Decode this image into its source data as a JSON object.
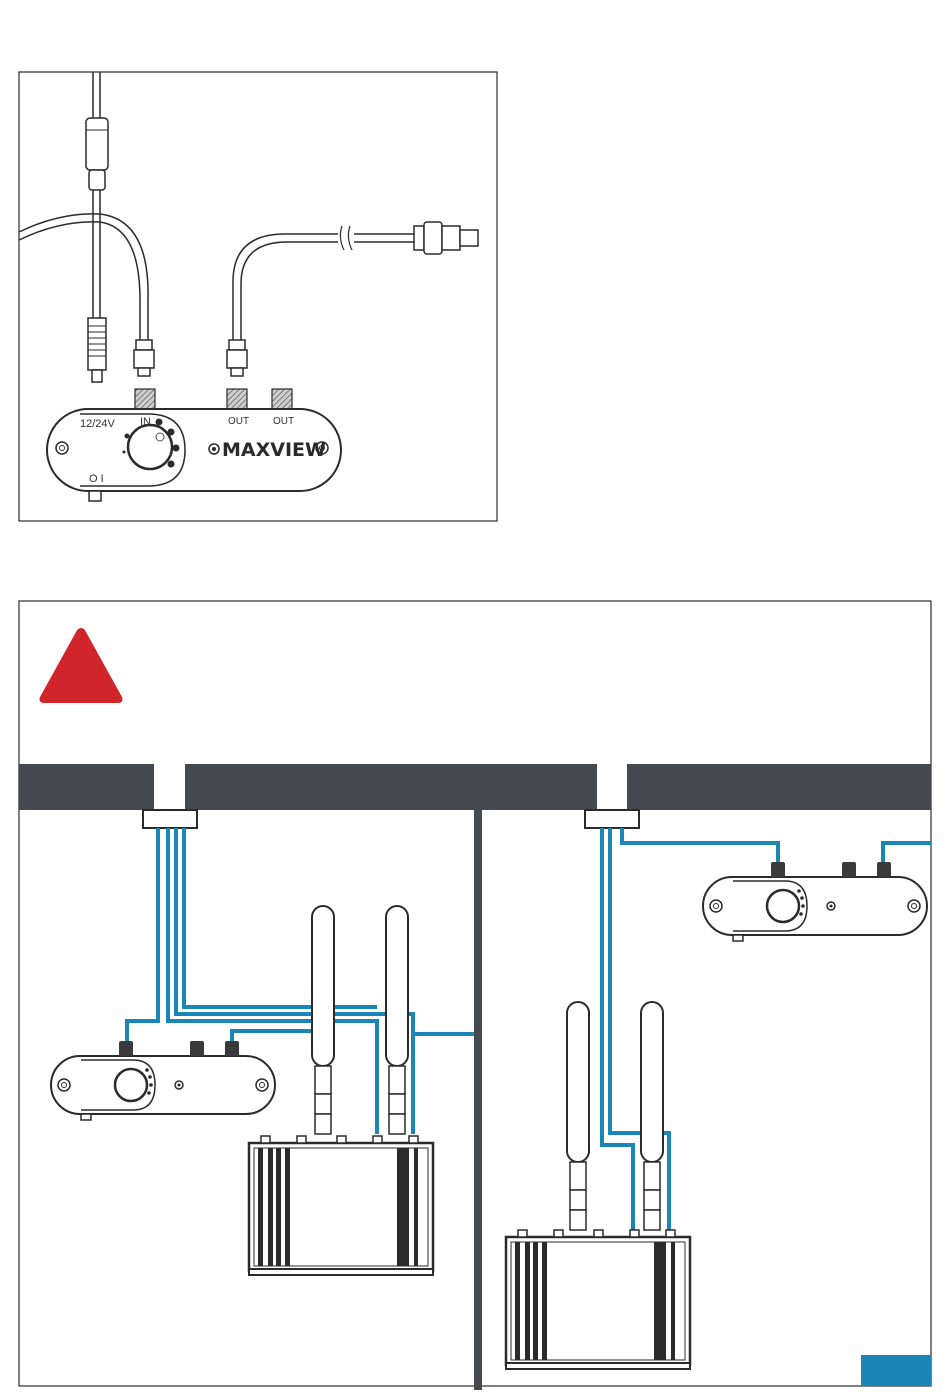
{
  "product": {
    "brand": "MAXVIEW",
    "port_labels": {
      "power": "12/24V",
      "input": "IN",
      "output_1": "OUT",
      "output_2": "OUT",
      "switch": "O I"
    }
  },
  "warning_panel": {
    "icon": "warning-triangle-icon",
    "accent_color": "#d0262b"
  },
  "colors": {
    "cable": "#1a86b5",
    "ceiling": "#454a50",
    "line_art": "#2b2b2b",
    "corner_tab": "#1a86b5"
  }
}
